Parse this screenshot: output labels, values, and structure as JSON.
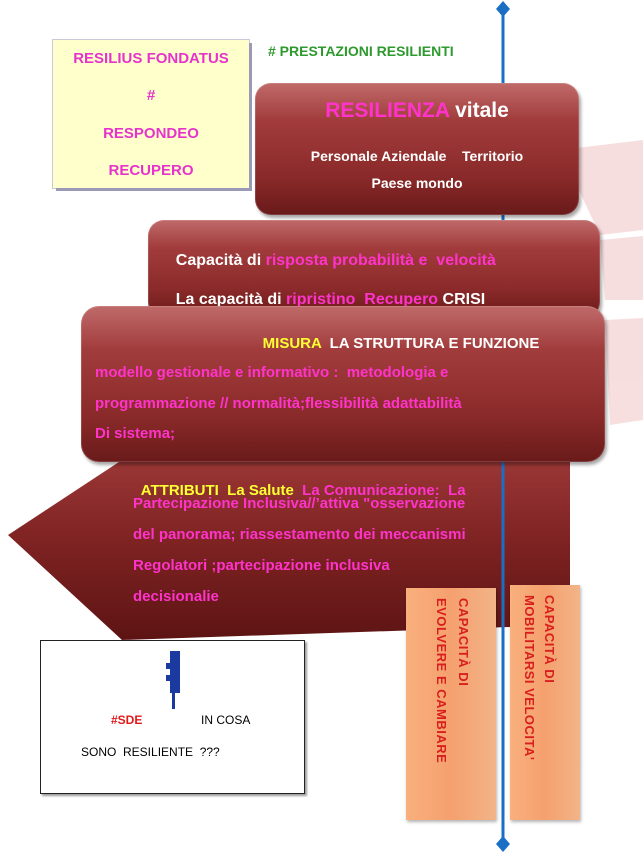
{
  "left_box": {
    "line1": "RESILIUS FONDATUS",
    "line2": "#",
    "line3": "RESPONDEO",
    "line4": "RECUPERO"
  },
  "header_tag": "# PRESTAZIONI  RESILIENTI",
  "resilienza_box": {
    "title_highlight": "RESILIENZA",
    "title_rest": " vitale",
    "line2": "Personale Aziendale    Territorio",
    "line3": "Paese  mondo"
  },
  "capacita_box": {
    "line1_prefix": "Capacità di ",
    "line1_highlight": "risposta probabilità e  velocità",
    "line2_prefix": "La capacità di ",
    "line2_highlight": "ripristino  Recupero",
    "line2_suffix": " CRISI"
  },
  "misura_box": {
    "title_highlight": "MISURA",
    "title_rest": "  LA STRUTTURA E FUNZIONE",
    "line1": "modello gestionale e informativo :  metodologia e",
    "line2": "programmazione // normalità;flessibilità adattabilità",
    "line3": "Di sistema;"
  },
  "attributi_box": {
    "title_highlight": "ATTRIBUTI  La Salute",
    "title_rest": "  La Comunicazione:  La",
    "line2": "Partecipazione Inclusiva//’attiva \"osservazione",
    "line3": "del panorama; riassestamento dei meccanismi",
    "line4": "Regolatori ;partecipazione inclusiva",
    "line5": "decisionalie"
  },
  "vertical_labels": {
    "col_a_1": "CAPACITÀ DI",
    "col_a_2": "EVOLVERE E CAMBIARE",
    "col_b_1": "CAPACITÀ  DI",
    "col_b_2": "MOBILITARSI VELOCITA'"
  },
  "sde_box": {
    "tag": "#SDE",
    "text1": "IN COSA",
    "text2": "SONO  RESILIENTE  ???"
  },
  "colors": {
    "maroon": "#8b2a2a",
    "pink_text": "#ff33cc",
    "yellow_text": "#ffff33",
    "green_text": "#2e9a2e",
    "axis_blue": "#1a6fc4",
    "orange_box": "#f5a06e",
    "left_box_bg": "#ffffcc"
  }
}
